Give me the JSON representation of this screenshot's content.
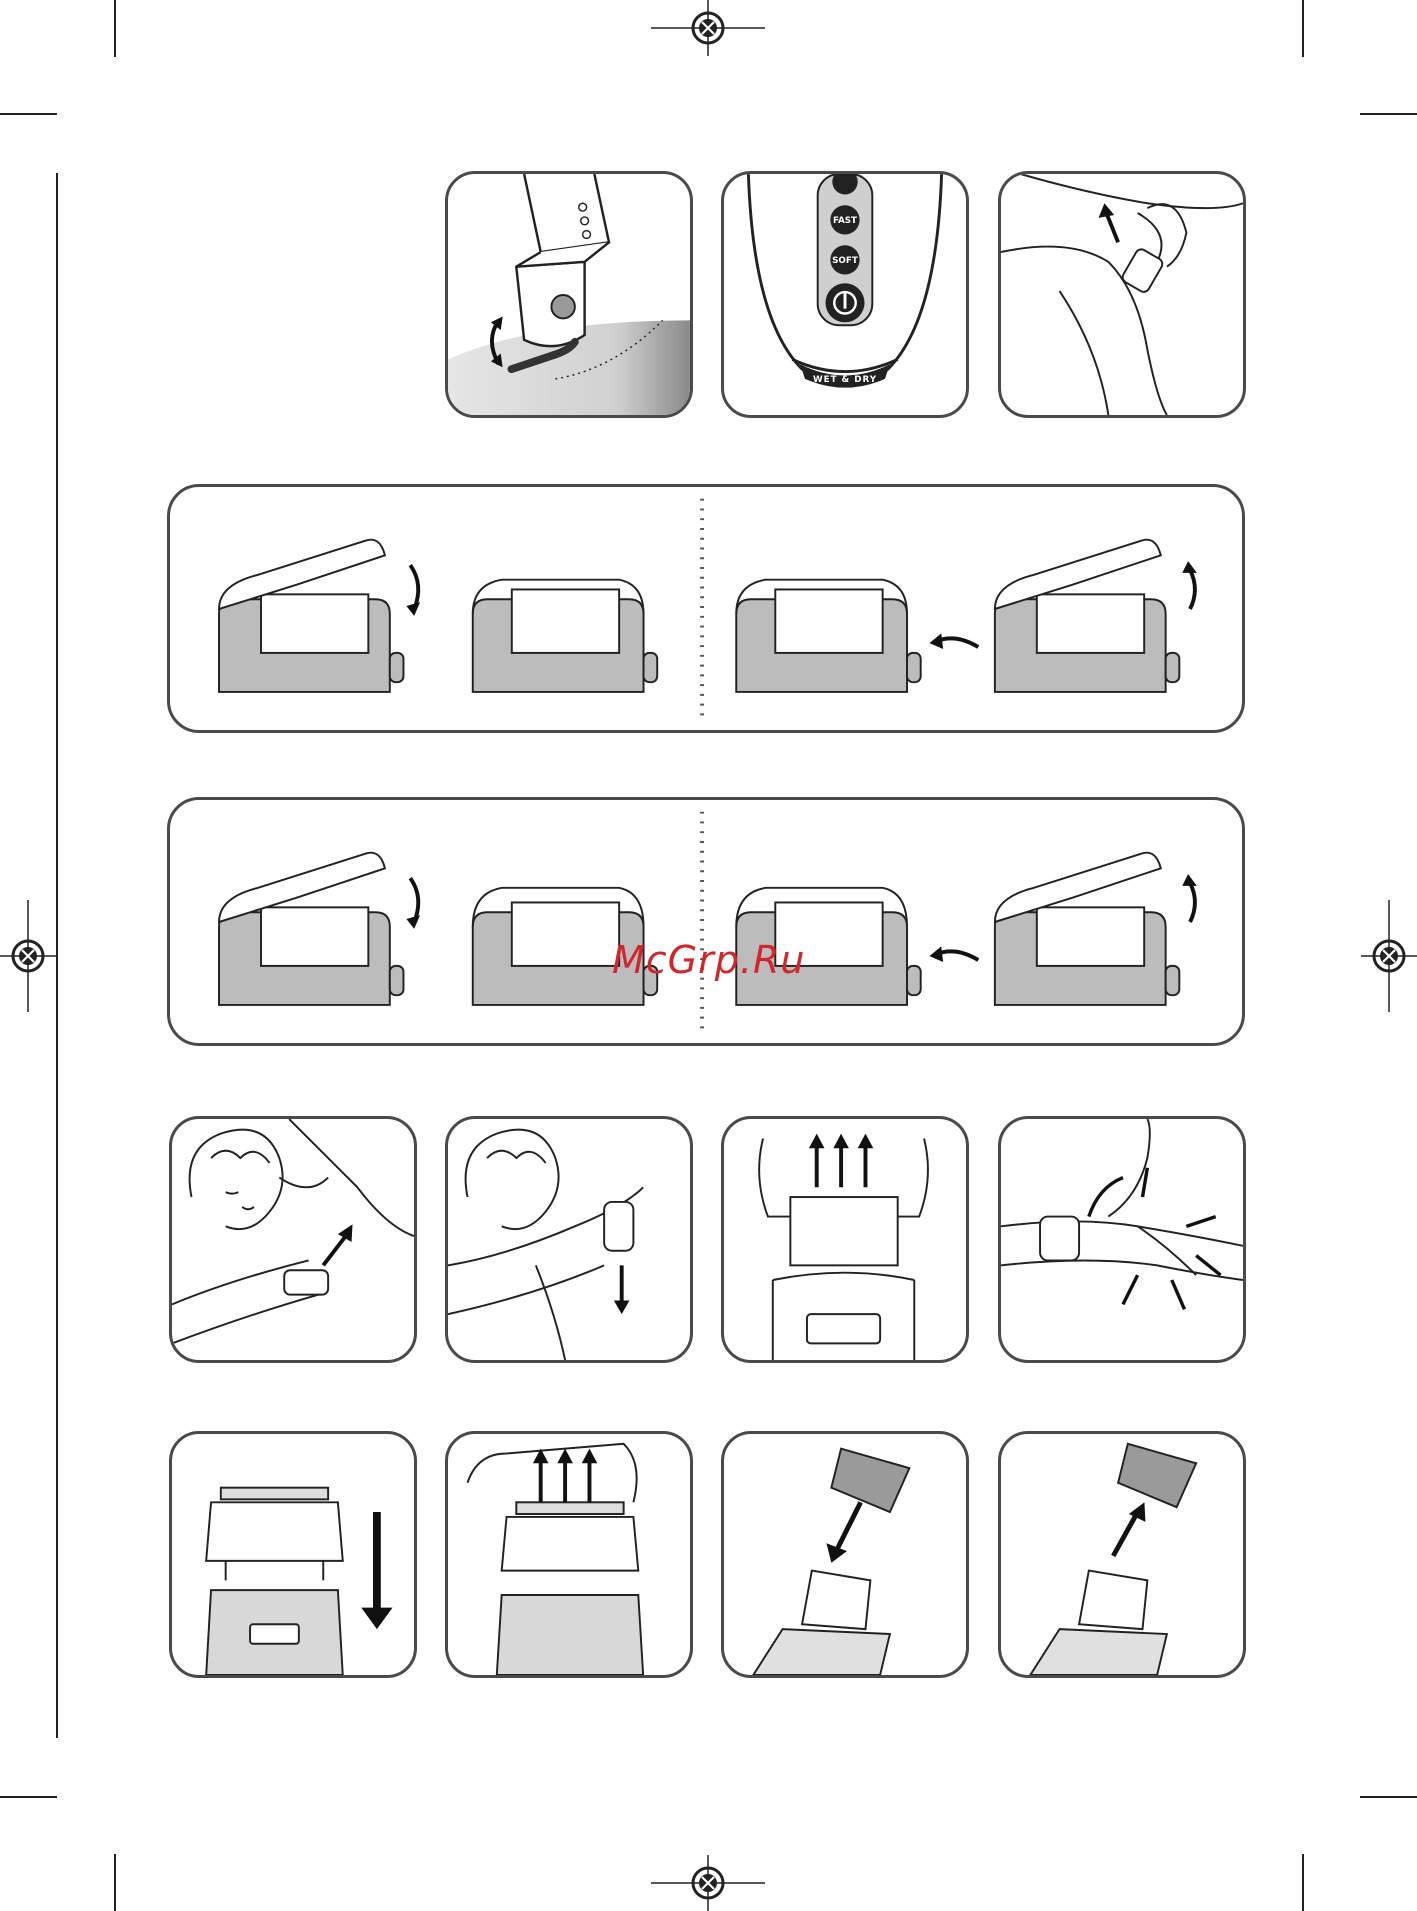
{
  "page": {
    "watermark": "McGrp.Ru"
  },
  "device_panel": {
    "buttons": [
      {
        "label": "FAST"
      },
      {
        "label": "SOFT"
      }
    ],
    "band_label": "WET & DRY"
  },
  "colors": {
    "outline": "#4a4a4a",
    "device_grey": "#bcbcbc",
    "watermark_red": "#d3262a"
  },
  "icons": [
    "registration-mark-icon",
    "arrow-icon",
    "power-icon"
  ]
}
